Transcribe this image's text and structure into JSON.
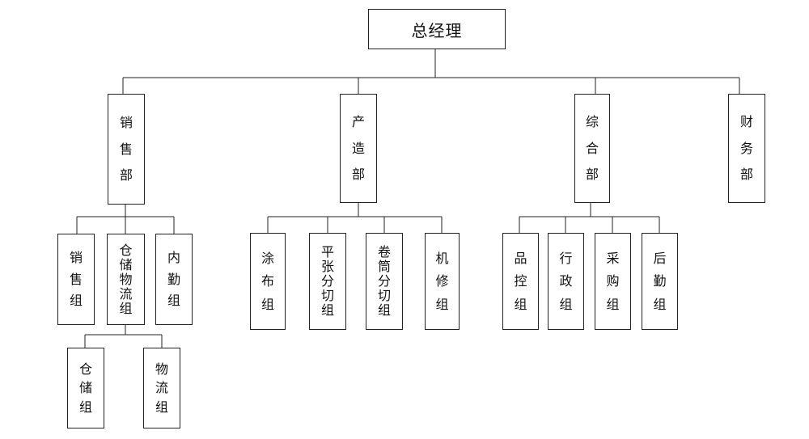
{
  "title": "总经理",
  "departments": [
    {
      "name": "销售部",
      "groups": [
        {
          "name": "销售组"
        },
        {
          "name": "仓储物流组",
          "subgroups": [
            "仓储组",
            "物流组"
          ]
        },
        {
          "name": "内勤组"
        }
      ]
    },
    {
      "name": "产造部",
      "groups": [
        {
          "name": "涂布组"
        },
        {
          "name": "平张分切组"
        },
        {
          "name": "卷筒分切组"
        },
        {
          "name": "机修组"
        }
      ]
    },
    {
      "name": "综合部",
      "groups": [
        {
          "name": "品控组"
        },
        {
          "name": "行政组"
        },
        {
          "name": "采购组"
        },
        {
          "name": "后勤组"
        }
      ]
    },
    {
      "name": "财务部",
      "groups": []
    }
  ]
}
